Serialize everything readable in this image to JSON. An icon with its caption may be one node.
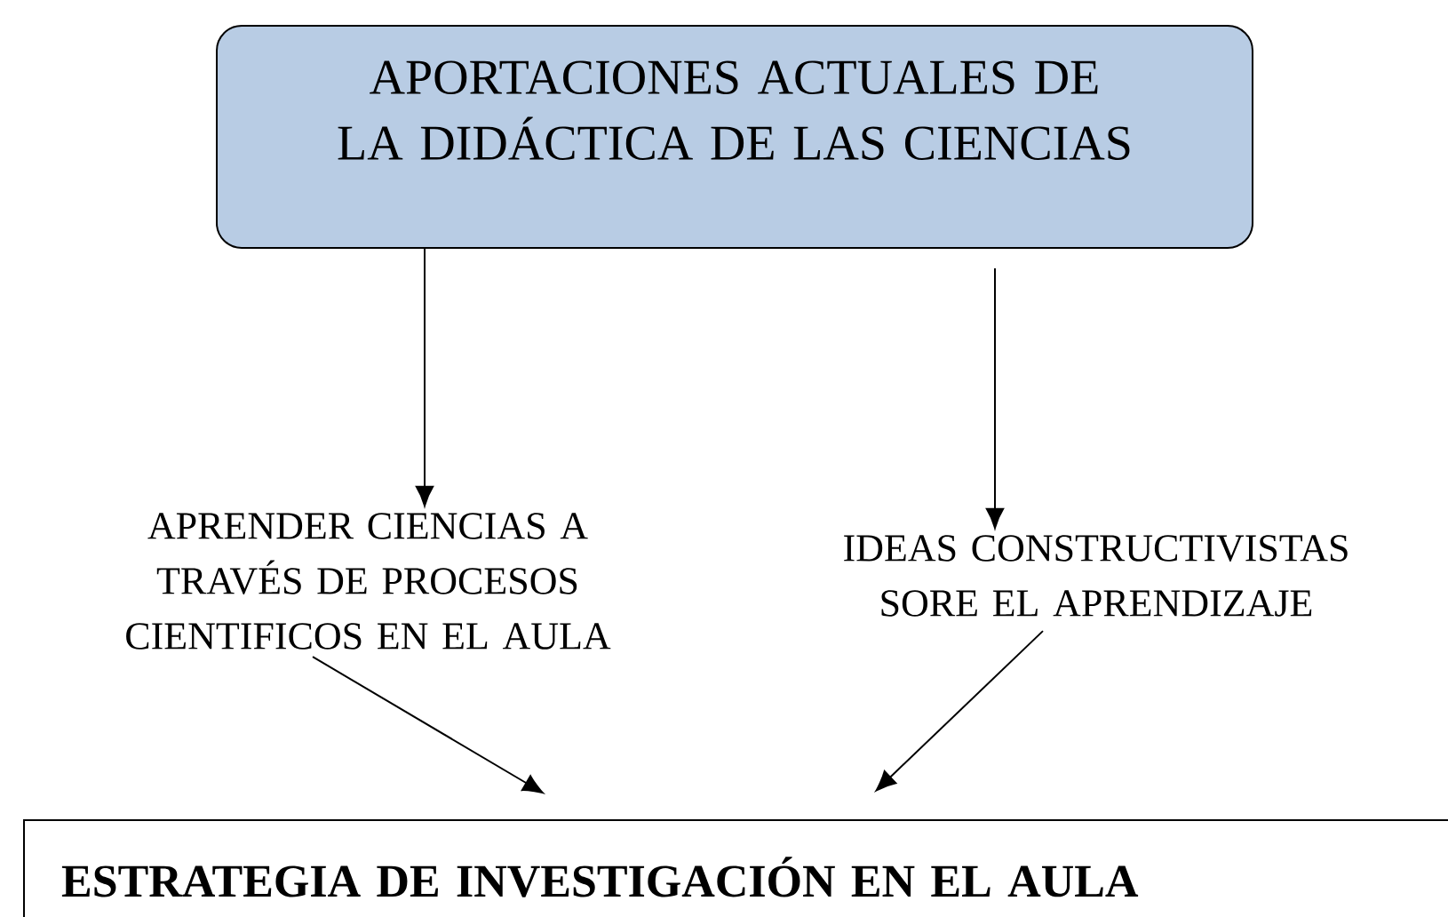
{
  "diagram": {
    "nodes": [
      {
        "text": [
          "APORTACIONES ACTUALES DE LA DIDÁCTICA DE LAS CIENCIAS"
        ]
      },
      {
        "text": [
          "APRENDER CIENCIAS A TRAVÉS DE PROCESOS CIENTIFICOS EN EL AULA"
        ]
      },
      {
        "text": [
          "IDEAS CONSTRUCTIVISTAS SORE EL APRENDIZAJE"
        ]
      },
      {
        "text": [
          "ESTRATEGIA DE INVESTIGACIÓN EN EL AULA"
        ]
      }
    ],
    "edges": [
      {
        "from": 0,
        "to": 1,
        "arrow": "to"
      },
      {
        "from": 0,
        "to": 2,
        "arrow": "to"
      },
      {
        "from": 1,
        "to": 3,
        "arrow": "to"
      },
      {
        "from": 2,
        "to": 3,
        "arrow": "to"
      }
    ]
  }
}
